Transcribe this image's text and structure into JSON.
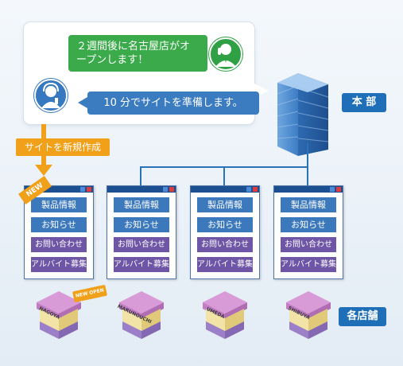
{
  "speech": {
    "green_message": "２週間後に名古屋店がオープンします！",
    "blue_message": "10 分でサイトを準備します。"
  },
  "labels": {
    "headquarters": "本 部",
    "stores": "各店舗",
    "create_site": "サイトを新規作成",
    "new_badge": "NEW",
    "new_open_badge": "NEW OPEN"
  },
  "menu_buttons": [
    "製品情報",
    "お知らせ",
    "お問い合わせ",
    "アルバイト募集"
  ],
  "stores": [
    {
      "name": "NAGOYA"
    },
    {
      "name": "MARUNOUCHI"
    },
    {
      "name": "UMEDA"
    },
    {
      "name": "SHIBUYA"
    }
  ],
  "icons": [
    "businessman-phone-icon",
    "operator-headset-icon",
    "office-building-icon",
    "store-building-icon",
    "window-minimize-icon",
    "window-close-icon"
  ],
  "colors": {
    "green": "#3aaa4a",
    "blue": "#3b7cc1",
    "orange": "#f0a019",
    "purple": "#6f55a6",
    "navy": "#1c4f8f"
  }
}
